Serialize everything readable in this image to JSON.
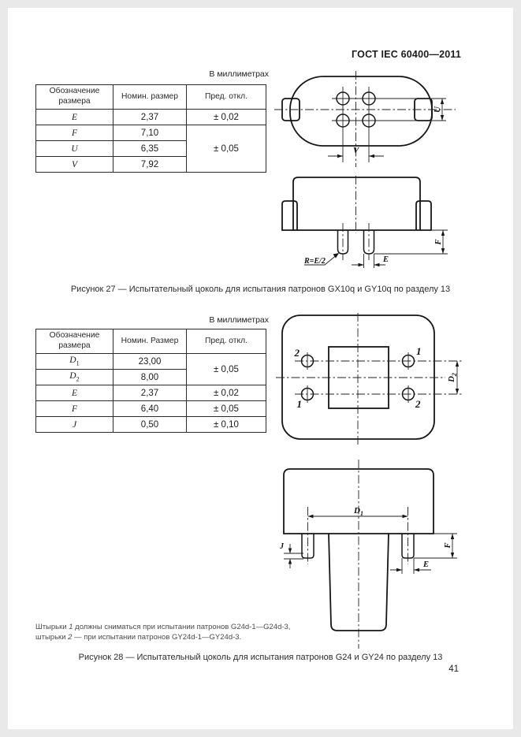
{
  "header": {
    "doc_number": "ГОСТ IEC 60400—2011"
  },
  "fig27": {
    "units": "В миллиметрах",
    "table": {
      "headers": {
        "col1": "Обозначение размера",
        "col2": "Номин. размер",
        "col3": "Пред. откл."
      },
      "rows": {
        "r1": {
          "sym": "E",
          "nom": "2,37",
          "tol": "± 0,02"
        },
        "r2": {
          "sym": "F",
          "nom": "7,10",
          "tol": "± 0,05"
        },
        "r3": {
          "sym": "U",
          "nom": "6,35"
        },
        "r4": {
          "sym": "V",
          "nom": "7,92"
        }
      }
    },
    "drawing": {
      "dim_v": "V",
      "dim_u": "U",
      "radius_label": "R=E/2",
      "dim_e": "E",
      "dim_f": "F"
    },
    "caption": "Рисунок 27 — Испытательный цоколь для испытания патронов GX10q и GY10q по разделу 13"
  },
  "fig28": {
    "units": "В миллиметрах",
    "table": {
      "headers": {
        "col1": "Обозначение размера",
        "col2": "Номин. Размер",
        "col3": "Пред. откл."
      },
      "rows": {
        "d1": {
          "sym_base": "D",
          "sym_sub": "1",
          "nom": "23,00",
          "tol": "± 0,05"
        },
        "d2": {
          "sym_base": "D",
          "sym_sub": "2",
          "nom": "8,00"
        },
        "e": {
          "sym": "E",
          "nom": "2,37",
          "tol": "± 0,02"
        },
        "f": {
          "sym": "F",
          "nom": "6,40",
          "tol": "± 0,05"
        },
        "j": {
          "sym": "J",
          "nom": "0,50",
          "tol": "± 0,10"
        }
      }
    },
    "drawing": {
      "pin_tl": "2",
      "pin_tr": "1",
      "pin_bl": "1",
      "pin_br": "2",
      "d1_base": "D",
      "d1_sub": "1",
      "d2_base": "D",
      "d2_sub": "2",
      "dim_f": "F",
      "dim_e": "E",
      "dim_j": "J"
    },
    "note": {
      "line1_pre": "Штырьки ",
      "line1_num": "1",
      "line1_post": " должны сниматься при испытании патронов G24d-1—G24d-3,",
      "line2_pre": "штырьки ",
      "line2_num": "2",
      "line2_post": " — при испытании патронов GY24d-1—GY24d-3."
    },
    "caption": "Рисунок 28 — Испытательный цоколь для испытания патронов G24 и GY24 по разделу 13"
  },
  "footer": {
    "page_number": "41"
  }
}
